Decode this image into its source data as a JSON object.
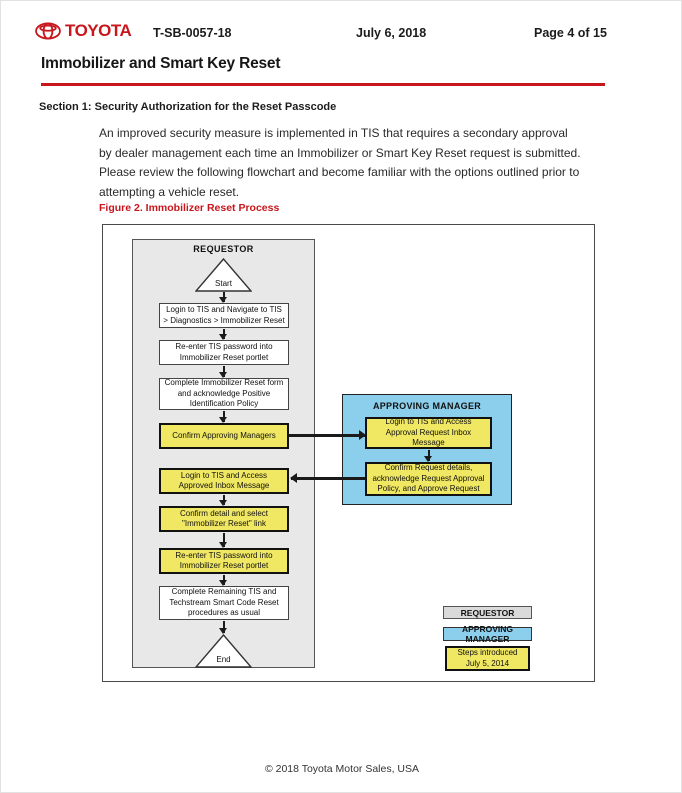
{
  "header": {
    "logo_text": "TOYOTA",
    "bulletin_number": "T-SB-0057-18",
    "date": "July 6, 2018",
    "page_indicator": "Page 4 of 15",
    "title": "Immobilizer and Smart Key Reset"
  },
  "document": {
    "section_heading": "Section 1: Security Authorization for the Reset Passcode",
    "paragraph": "An improved security measure is implemented in TIS that requires a secondary approval by dealer management each time an Immobilizer or Smart Key Reset request is submitted. Please review the following flowchart and become familiar with the options outlined prior to attempting a vehicle reset.",
    "figure_caption": "Figure 2. Immobilizer Reset Process"
  },
  "flowchart": {
    "requestor_lane": {
      "title": "REQUESTOR",
      "start_label": "Start",
      "end_label": "End",
      "steps": [
        "Login to TIS and Navigate to TIS > Diagnostics > Immobilizer Reset",
        "Re-enter TIS password into Immobilizer Reset portlet",
        "Complete Immobilizer Reset form and acknowledge Positive Identification Policy",
        "Confirm Approving Managers",
        "Login to TIS and Access Approved Inbox Message",
        "Confirm detail and select \"Immobilizer Reset\" link",
        "Re-enter TIS password into Immobilizer Reset portlet",
        "Complete Remaining TIS and Techstream Smart Code Reset procedures as usual"
      ]
    },
    "manager_panel": {
      "title": "APPROVING MANAGER",
      "steps": [
        "Login to TIS and Access Approval Request Inbox Message",
        "Confirm Request details, acknowledge Request Approval Policy, and Approve Request"
      ]
    },
    "legend": {
      "requestor": "REQUESTOR",
      "approving_manager": "APPROVING MANAGER",
      "steps_introduced_line1": "Steps introduced",
      "steps_introduced_line2": "July 5, 2014"
    }
  },
  "footer": {
    "copyright": "© 2018 Toyota Motor Sales, USA"
  },
  "colors": {
    "toyota_red": "#C8161D",
    "highlight_yellow": "#F0E763",
    "manager_blue": "#8CCFEC",
    "lane_gray": "#E8E8E8"
  }
}
